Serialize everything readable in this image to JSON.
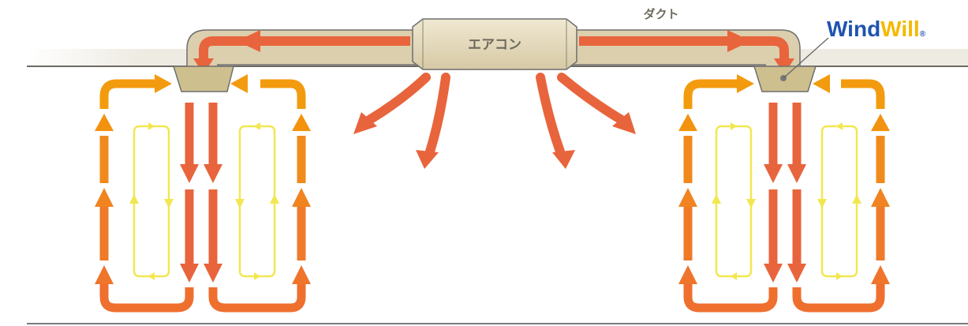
{
  "labels": {
    "duct": "ダクト",
    "aircon": "エアコン"
  },
  "brand": {
    "part1": "Wind",
    "part2": "Will",
    "mark": "®"
  },
  "colors": {
    "ceiling": "#efece4",
    "ceiling_line": "#6d6b63",
    "floor_line": "#7a7a7a",
    "duct_fill": "#dccfae",
    "duct_outline": "#6f6f6f",
    "unit_fill": "#e8dec4",
    "diffuser_fill": "#cdbf8e",
    "hot_air": "#e8643c",
    "circulation_top": "#f39b0e",
    "circulation_bottom": "#ee7a2a",
    "inner_loop": "#f2e750",
    "brand_blue": "#1e54b0",
    "brand_yellow": "#f5b800"
  }
}
